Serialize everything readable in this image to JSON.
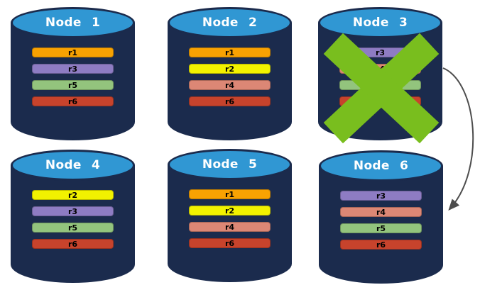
{
  "nodes": [
    {
      "title": "Node 1",
      "failed": false,
      "replicas": [
        {
          "label": "r1",
          "color": "#F8A202"
        },
        {
          "label": "r3",
          "color": "#8E7CC3"
        },
        {
          "label": "r5",
          "color": "#93C47D"
        },
        {
          "label": "r6",
          "color": "#C7432C"
        }
      ]
    },
    {
      "title": "Node 2",
      "failed": false,
      "replicas": [
        {
          "label": "r1",
          "color": "#F8A202"
        },
        {
          "label": "r2",
          "color": "#F2F200"
        },
        {
          "label": "r4",
          "color": "#DC8775"
        },
        {
          "label": "r6",
          "color": "#C7432C"
        }
      ]
    },
    {
      "title": "Node 3",
      "failed": true,
      "replicas": [
        {
          "label": "r3",
          "color": "#8E7CC3"
        },
        {
          "label": "r4",
          "color": "#DC8775"
        },
        {
          "label": "r5",
          "color": "#93C47D"
        },
        {
          "label": "r6",
          "color": "#C7432C"
        }
      ]
    },
    {
      "title": "Node 4",
      "failed": false,
      "replicas": [
        {
          "label": "r2",
          "color": "#F2F200"
        },
        {
          "label": "r3",
          "color": "#8E7CC3"
        },
        {
          "label": "r5",
          "color": "#93C47D"
        },
        {
          "label": "r6",
          "color": "#C7432C"
        }
      ]
    },
    {
      "title": "Node 5",
      "failed": false,
      "replicas": [
        {
          "label": "r1",
          "color": "#F8A202"
        },
        {
          "label": "r2",
          "color": "#F2F200"
        },
        {
          "label": "r4",
          "color": "#DC8775"
        },
        {
          "label": "r6",
          "color": "#C7432C"
        }
      ]
    },
    {
      "title": "Node 6",
      "failed": false,
      "replicas": [
        {
          "label": "r3",
          "color": "#8E7CC3"
        },
        {
          "label": "r4",
          "color": "#DC8775"
        },
        {
          "label": "r5",
          "color": "#93C47D"
        },
        {
          "label": "r6",
          "color": "#C7432C"
        }
      ]
    }
  ],
  "colors": {
    "background": "#FFFFFF",
    "cylinder_body": "#1B2B4D",
    "cylinder_top": "#3097D3",
    "node_title_text": "#FFFFFF",
    "replica_label_text": "#000000",
    "failure_x": "#79BE1E",
    "arrow": "#4D4D4D"
  }
}
